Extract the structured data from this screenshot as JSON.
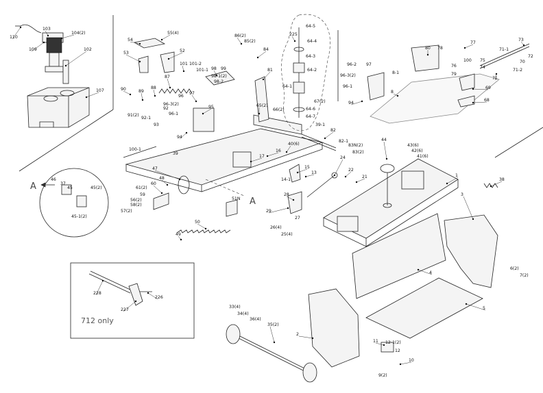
{
  "views": {
    "detail_letter": "A",
    "arrow_letter": "A",
    "model_note": "712 only"
  },
  "labels": [
    {
      "id": "p110",
      "text": "110"
    },
    {
      "id": "p103",
      "text": "103"
    },
    {
      "id": "p104_2",
      "text": "104(2)"
    },
    {
      "id": "p109",
      "text": "109"
    },
    {
      "id": "p102",
      "text": "102"
    },
    {
      "id": "p107",
      "text": "107"
    },
    {
      "id": "p55_4",
      "text": "55(4)"
    },
    {
      "id": "p54",
      "text": "54"
    },
    {
      "id": "p53",
      "text": "53"
    },
    {
      "id": "p52",
      "text": "52"
    },
    {
      "id": "p101",
      "text": "101"
    },
    {
      "id": "p101_2",
      "text": "101-2"
    },
    {
      "id": "p101_1",
      "text": "101-1"
    },
    {
      "id": "p98",
      "text": "98"
    },
    {
      "id": "p99",
      "text": "99"
    },
    {
      "id": "p98_1_2",
      "text": "98-1(2)"
    },
    {
      "id": "p98_2",
      "text": "98-2"
    },
    {
      "id": "p86_2",
      "text": "86(2)"
    },
    {
      "id": "p85_2",
      "text": "85(2)"
    },
    {
      "id": "p84",
      "text": "84"
    },
    {
      "id": "p81",
      "text": "81"
    },
    {
      "id": "p225",
      "text": "225"
    },
    {
      "id": "p64_5",
      "text": "64-5"
    },
    {
      "id": "p64_4",
      "text": "64-4"
    },
    {
      "id": "p64_3",
      "text": "64-3"
    },
    {
      "id": "p64_2",
      "text": "64-2"
    },
    {
      "id": "p64_1",
      "text": "64-1"
    },
    {
      "id": "p67_2",
      "text": "67(2)"
    },
    {
      "id": "p64_6",
      "text": "64-6"
    },
    {
      "id": "p64_7",
      "text": "64-7"
    },
    {
      "id": "p90",
      "text": "90"
    },
    {
      "id": "p89",
      "text": "89"
    },
    {
      "id": "p88",
      "text": "88"
    },
    {
      "id": "p87",
      "text": "87"
    },
    {
      "id": "p97",
      "text": "97"
    },
    {
      "id": "p96",
      "text": "96"
    },
    {
      "id": "p95",
      "text": "95"
    },
    {
      "id": "p96_3_2",
      "text": "96-3(2)"
    },
    {
      "id": "p92",
      "text": "92"
    },
    {
      "id": "p96_1",
      "text": "96-1"
    },
    {
      "id": "p91_2",
      "text": "91(2)"
    },
    {
      "id": "p92_1",
      "text": "92-1"
    },
    {
      "id": "p93",
      "text": "93"
    },
    {
      "id": "p94",
      "text": "94"
    },
    {
      "id": "p65_2",
      "text": "65(2)"
    },
    {
      "id": "p66_2",
      "text": "66(2)"
    },
    {
      "id": "p39_1",
      "text": "39-1"
    },
    {
      "id": "p82",
      "text": "82"
    },
    {
      "id": "p82_1",
      "text": "82-1"
    },
    {
      "id": "p83N_2",
      "text": "83N(2)"
    },
    {
      "id": "p83_2",
      "text": "83(2)"
    },
    {
      "id": "p40_6",
      "text": "40(6)"
    },
    {
      "id": "p16",
      "text": "16"
    },
    {
      "id": "p17",
      "text": "17"
    },
    {
      "id": "p100_1",
      "text": "100-1"
    },
    {
      "id": "p39",
      "text": "39"
    },
    {
      "id": "p47",
      "text": "47"
    },
    {
      "id": "p48",
      "text": "48"
    },
    {
      "id": "p60",
      "text": "60"
    },
    {
      "id": "p61_2",
      "text": "61(2)"
    },
    {
      "id": "p59",
      "text": "59"
    },
    {
      "id": "p56_2",
      "text": "56(2)"
    },
    {
      "id": "p58_2",
      "text": "58(2)"
    },
    {
      "id": "p57_2",
      "text": "57(2)"
    },
    {
      "id": "p15",
      "text": "15"
    },
    {
      "id": "p13",
      "text": "13"
    },
    {
      "id": "p14_1",
      "text": "14-1"
    },
    {
      "id": "p24",
      "text": "24"
    },
    {
      "id": "p22",
      "text": "22"
    },
    {
      "id": "p21",
      "text": "21"
    },
    {
      "id": "p51N",
      "text": "51N"
    },
    {
      "id": "p28",
      "text": "28"
    },
    {
      "id": "p29",
      "text": "29"
    },
    {
      "id": "p27",
      "text": "27"
    },
    {
      "id": "p26_4",
      "text": "26(4)"
    },
    {
      "id": "p25_4",
      "text": "25(4)"
    },
    {
      "id": "p50",
      "text": "50"
    },
    {
      "id": "p49",
      "text": "49"
    },
    {
      "id": "p46",
      "text": "46"
    },
    {
      "id": "p37",
      "text": "37"
    },
    {
      "id": "p45",
      "text": "45"
    },
    {
      "id": "p45_2",
      "text": "45(2)"
    },
    {
      "id": "p45_1_2",
      "text": "45-1(2)"
    },
    {
      "id": "p44",
      "text": "44"
    },
    {
      "id": "p43_6",
      "text": "43(6)"
    },
    {
      "id": "p42_6",
      "text": "42(6)"
    },
    {
      "id": "p41_6",
      "text": "41(6)"
    },
    {
      "id": "p1",
      "text": "1"
    },
    {
      "id": "p38",
      "text": "38"
    },
    {
      "id": "p3",
      "text": "3"
    },
    {
      "id": "p4",
      "text": "4"
    },
    {
      "id": "p5",
      "text": "5"
    },
    {
      "id": "p6_2",
      "text": "6(2)"
    },
    {
      "id": "p7_2",
      "text": "7(2)"
    },
    {
      "id": "p2",
      "text": "2"
    },
    {
      "id": "p33_4",
      "text": "33(4)"
    },
    {
      "id": "p34_4",
      "text": "34(4)"
    },
    {
      "id": "p36_4",
      "text": "36(4)"
    },
    {
      "id": "p35_2",
      "text": "35(2)"
    },
    {
      "id": "p11",
      "text": "11"
    },
    {
      "id": "p12_1_2",
      "text": "12-1(2)"
    },
    {
      "id": "p12",
      "text": "12"
    },
    {
      "id": "p10",
      "text": "10"
    },
    {
      "id": "p9_2",
      "text": "9(2)"
    },
    {
      "id": "p228",
      "text": "228"
    },
    {
      "id": "p227",
      "text": "227"
    },
    {
      "id": "p226",
      "text": "226"
    },
    {
      "id": "p80",
      "text": "80"
    },
    {
      "id": "p78",
      "text": "78"
    },
    {
      "id": "p77",
      "text": "77"
    },
    {
      "id": "p73",
      "text": "73"
    },
    {
      "id": "p72",
      "text": "72"
    },
    {
      "id": "p71_1",
      "text": "71-1"
    },
    {
      "id": "p70",
      "text": "70"
    },
    {
      "id": "p71_2",
      "text": "71-2"
    },
    {
      "id": "p71",
      "text": "71"
    },
    {
      "id": "p75",
      "text": "75"
    },
    {
      "id": "p74",
      "text": "74"
    },
    {
      "id": "p76",
      "text": "76"
    },
    {
      "id": "p79",
      "text": "79"
    },
    {
      "id": "p100",
      "text": "100"
    },
    {
      "id": "p96_2",
      "text": "96-2"
    },
    {
      "id": "p97b",
      "text": "97"
    },
    {
      "id": "p96_3_2b",
      "text": "96-3(2)"
    },
    {
      "id": "p96_1b",
      "text": "96-1"
    },
    {
      "id": "p94b",
      "text": "94"
    },
    {
      "id": "p8_1",
      "text": "8-1"
    },
    {
      "id": "p8",
      "text": "8"
    },
    {
      "id": "p69",
      "text": "69"
    },
    {
      "id": "p68",
      "text": "68"
    }
  ]
}
